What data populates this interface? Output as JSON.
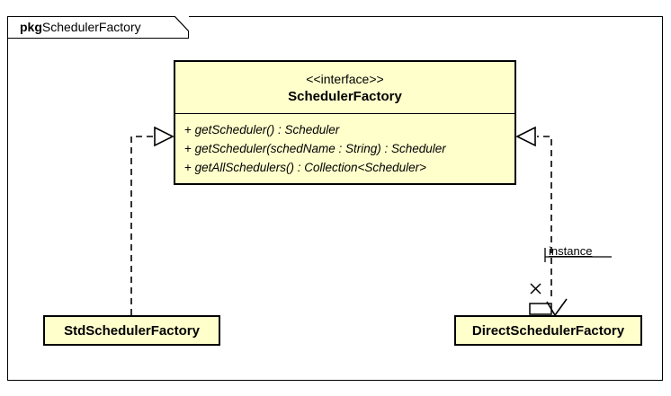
{
  "package": {
    "keyword": "pkg",
    "name": "SchedulerFactory"
  },
  "interface": {
    "stereotype": "<<interface>>",
    "name": "SchedulerFactory",
    "operations": [
      {
        "visibility": "+",
        "signature": "getScheduler() : Scheduler"
      },
      {
        "visibility": "+",
        "signature": "getScheduler(schedName : String) : Scheduler"
      },
      {
        "visibility": "+",
        "signature": "getAllSchedulers() : Collection<Scheduler>"
      }
    ]
  },
  "classes": [
    {
      "id": "std",
      "name": "StdSchedulerFactory"
    },
    {
      "id": "direct",
      "name": "DirectSchedulerFactory"
    }
  ],
  "relationships": [
    {
      "id": "std-realizes",
      "type": "realization",
      "source": "StdSchedulerFactory",
      "target": "SchedulerFactory",
      "label": ""
    },
    {
      "id": "direct-realizes",
      "type": "realization",
      "source": "DirectSchedulerFactory",
      "target": "SchedulerFactory",
      "label": ""
    },
    {
      "id": "direct-instance",
      "type": "dependency",
      "source": "DirectSchedulerFactory",
      "target": "SchedulerFactory",
      "label": "instance"
    }
  ],
  "colors": {
    "box_fill": "#FFFFCC",
    "box_border": "#000000",
    "line": "#000000",
    "background": "#FFFFFF"
  }
}
